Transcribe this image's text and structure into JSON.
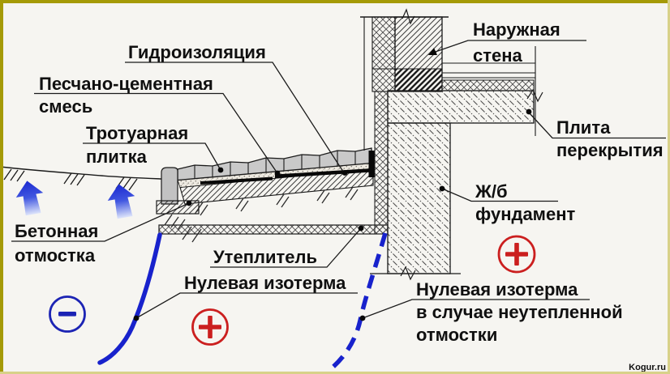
{
  "diagram": {
    "type": "construction-section",
    "subject": "insulated blind area / foundation detail",
    "labels": {
      "waterproofing": {
        "line1": "Гидроизоляция"
      },
      "sand_cement": {
        "line1": "Песчано-цементная",
        "line2": "смесь"
      },
      "paving": {
        "line1": "Тротуарная",
        "line2": "плитка"
      },
      "outer_wall": {
        "line1": "Наружная",
        "line2": "стена"
      },
      "floor_slab": {
        "line1": "Плита",
        "line2": "перекрытия"
      },
      "foundation": {
        "line1": "Ж/б",
        "line2": "фундамент"
      },
      "blind_area": {
        "line1": "Бетонная",
        "line2": "отмостка"
      },
      "insulation": {
        "line1": "Утеплитель"
      },
      "zero_isotherm": {
        "line1": "Нулевая изотерма"
      },
      "zero_isotherm_uninsulated": {
        "line1": "Нулевая изотерма",
        "line2": "в случае неутепленной",
        "line3": "отмостки"
      }
    },
    "signs": {
      "warm": "+",
      "cold": "−"
    },
    "watermark": "Kogur.ru",
    "colors": {
      "isotherm_blue": "#1822cc",
      "cold_circle_blue": "#1c24b4",
      "warm_circle_red": "#cb1f1f",
      "border_dark_yellow": "#a59a07",
      "border_light_yellow": "#d8d189",
      "watermark_olive": "#a39a45",
      "tile_gray": "#c9c9c9",
      "line_black": "#1a1a1a",
      "background": "#f6f5f1"
    }
  }
}
